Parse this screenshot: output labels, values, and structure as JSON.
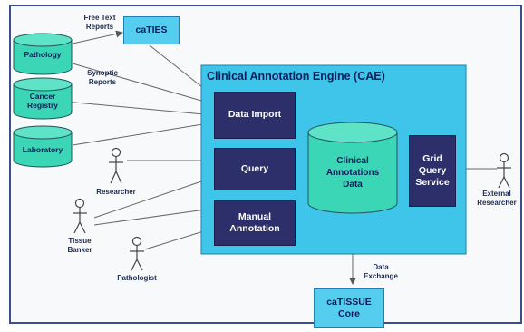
{
  "title": "Clinical Annotation Engine (CAE)",
  "sources": {
    "pathology": "Pathology",
    "cancer_registry": "Cancer\nRegistry",
    "laboratory": "Laboratory"
  },
  "catiess": "caTIES",
  "edge_labels": {
    "free_text": "Free Text\nReports",
    "synoptic": "Synoptic\nReports",
    "data_exchange": "Data\nExchange"
  },
  "modules": {
    "data_import": "Data Import",
    "query": "Query",
    "manual_annotation": "Manual\nAnnotation",
    "grid_query": "Grid\nQuery\nService"
  },
  "datastore": "Clinical\nAnnotations\nData",
  "catissue": "caTISSUE\nCore",
  "actors": {
    "researcher": "Researcher",
    "tissue_banker": "Tissue\nBanker",
    "pathologist": "Pathologist",
    "external": "External\nResearcher"
  },
  "colors": {
    "navy": "#2d2f6b",
    "cyan": "#3fc4ea",
    "cylinder": "#3bd6b6",
    "border": "#3d4f8a"
  }
}
